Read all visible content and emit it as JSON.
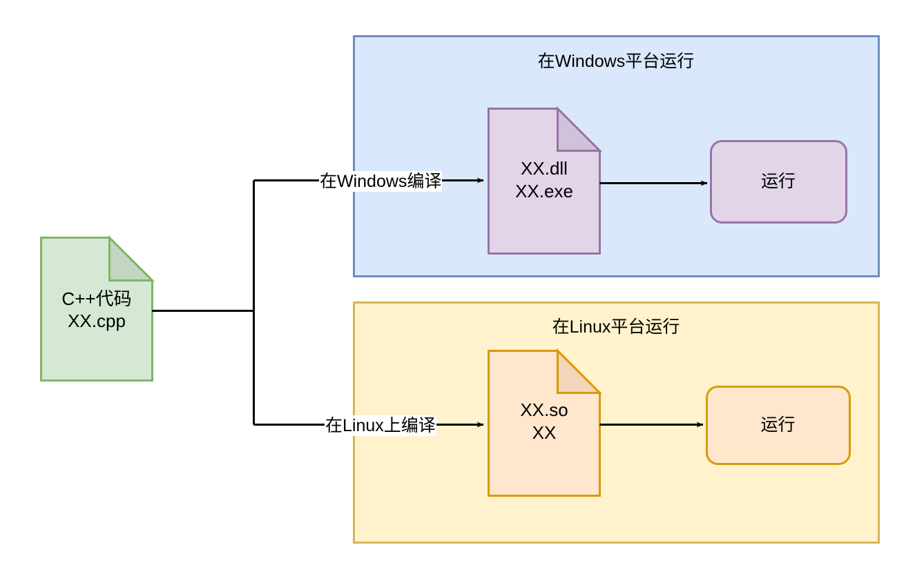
{
  "diagram": {
    "type": "flowchart",
    "background": "#ffffff",
    "source_node": {
      "shape": "document",
      "label_line1": "C++代码",
      "label_line2": "XX.cpp",
      "fill": "#d5e8d4",
      "stroke": "#82b366"
    },
    "containers": [
      {
        "id": "windows-platform",
        "title": "在Windows平台运行",
        "fill": "#dae8fc",
        "stroke": "#6c8ebf",
        "nodes": [
          {
            "id": "windows-artifact",
            "shape": "document",
            "label_line1": "XX.dll",
            "label_line2": "XX.exe",
            "fill": "#e1d5e7",
            "stroke": "#9673a6"
          },
          {
            "id": "windows-run",
            "shape": "rounded-rect",
            "label": "运行",
            "fill": "#e1d5e7",
            "stroke": "#9673a6"
          }
        ]
      },
      {
        "id": "linux-platform",
        "title": "在Linux平台运行",
        "fill": "#fff2cc",
        "stroke": "#d6b656",
        "nodes": [
          {
            "id": "linux-artifact",
            "shape": "document",
            "label_line1": "XX.so",
            "label_line2": "XX",
            "fill": "#ffe6cc",
            "stroke": "#d79b00"
          },
          {
            "id": "linux-run",
            "shape": "rounded-rect",
            "label": "运行",
            "fill": "#ffe6cc",
            "stroke": "#d79b00"
          }
        ]
      }
    ],
    "edges": [
      {
        "id": "compile-windows",
        "from": "source",
        "to": "windows-artifact",
        "label": "在Windows编译",
        "stroke": "#000000"
      },
      {
        "id": "compile-linux",
        "from": "source",
        "to": "linux-artifact",
        "label": "在Linux上编译",
        "stroke": "#000000"
      },
      {
        "id": "windows-artifact-to-run",
        "from": "windows-artifact",
        "to": "windows-run",
        "label": "",
        "stroke": "#000000"
      },
      {
        "id": "linux-artifact-to-run",
        "from": "linux-artifact",
        "to": "linux-run",
        "label": "",
        "stroke": "#000000"
      }
    ]
  }
}
